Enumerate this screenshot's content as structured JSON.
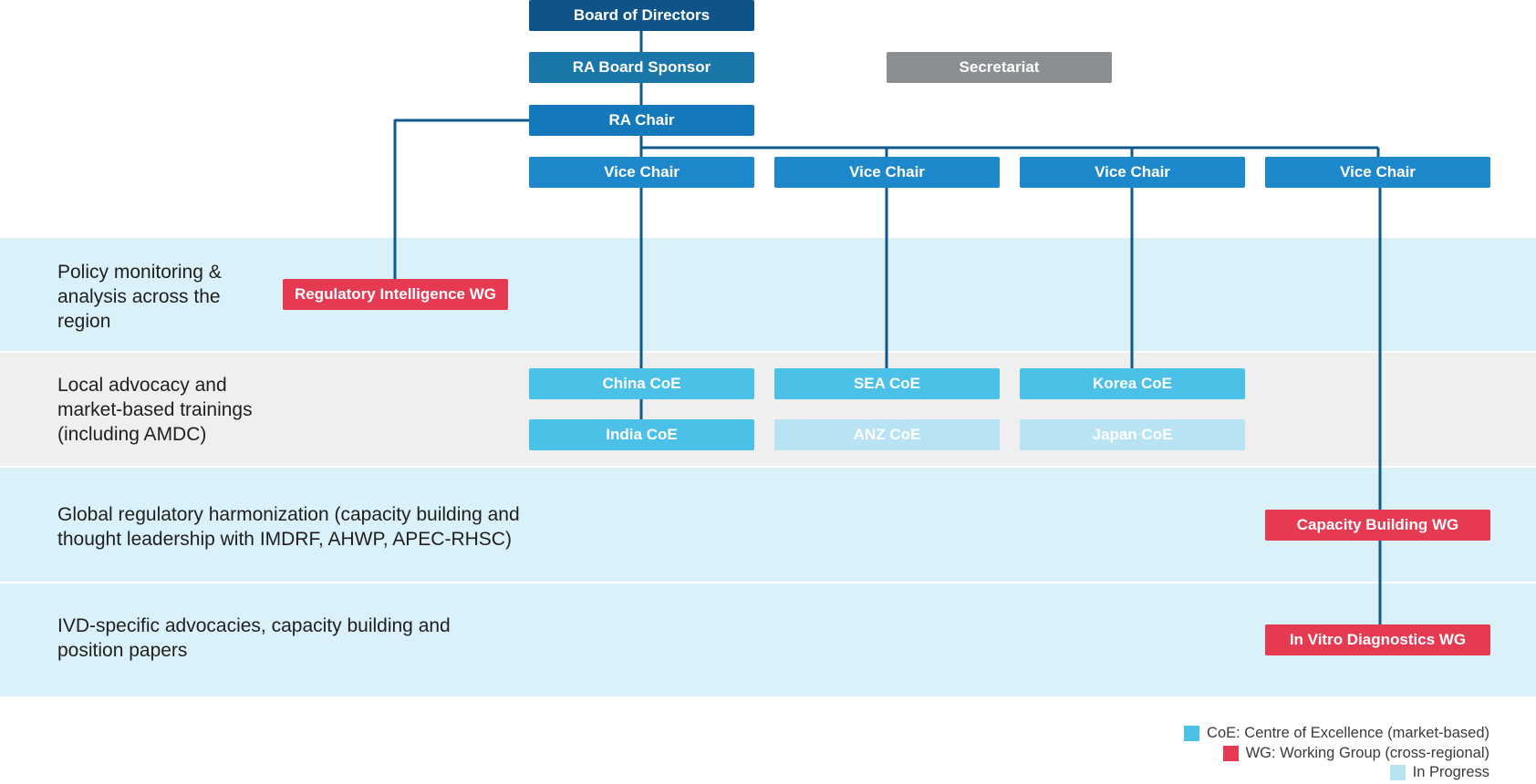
{
  "colors": {
    "board": "#0e5489",
    "sponsor": "#1a75a8",
    "chair": "#1479ba",
    "vice_chair": "#1e88cc",
    "secretariat": "#8c8f91",
    "coe": "#4cc1e8",
    "coe_in_progress": "#b8e3f3",
    "wg": "#e53a52",
    "band_blue": "#daf1fa",
    "band_grey": "#efefef",
    "line": "#0f5a8c"
  },
  "org": {
    "board": "Board of Directors",
    "sponsor": "RA Board Sponsor",
    "secretariat": "Secretariat",
    "chair": "RA Chair",
    "vice_chairs": [
      "Vice Chair",
      "Vice Chair",
      "Vice Chair",
      "Vice Chair"
    ],
    "coes": [
      "China CoE",
      "SEA CoE",
      "Korea CoE",
      "India CoE",
      "ANZ CoE",
      "Japan CoE"
    ],
    "wgs": [
      "Regulatory Intelligence WG",
      "Capacity Building WG",
      "In Vitro Diagnostics WG"
    ]
  },
  "bands": [
    "Policy monitoring &\nanalysis across the\nregion",
    "Local advocacy and\nmarket-based trainings\n(including AMDC)",
    "Global regulatory harmonization (capacity building and\nthought leadership with IMDRF, AHWP, APEC-RHSC)",
    "IVD-specific advocacies, capacity building and\nposition papers"
  ],
  "legend": [
    "CoE: Centre of Excellence (market-based)",
    "WG: Working Group (cross-regional)",
    "In Progress"
  ]
}
